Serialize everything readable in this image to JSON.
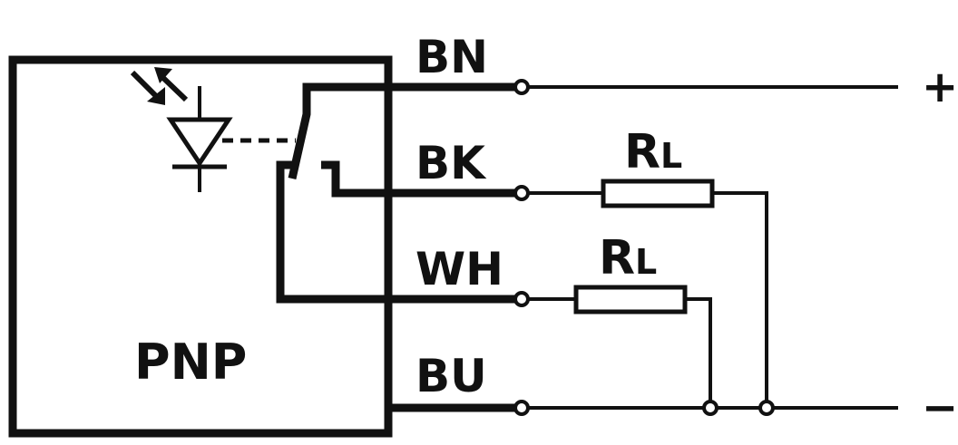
{
  "diagram": {
    "sensor_type": "PNP",
    "wires": [
      {
        "label": "BN"
      },
      {
        "label": "BK"
      },
      {
        "label": "WH"
      },
      {
        "label": "BU"
      }
    ],
    "load_resistor": {
      "main": "R",
      "subscript": "L"
    },
    "supply_positive": "+",
    "supply_negative": "−",
    "line_color": "#111111",
    "background_color": "#ffffff"
  }
}
